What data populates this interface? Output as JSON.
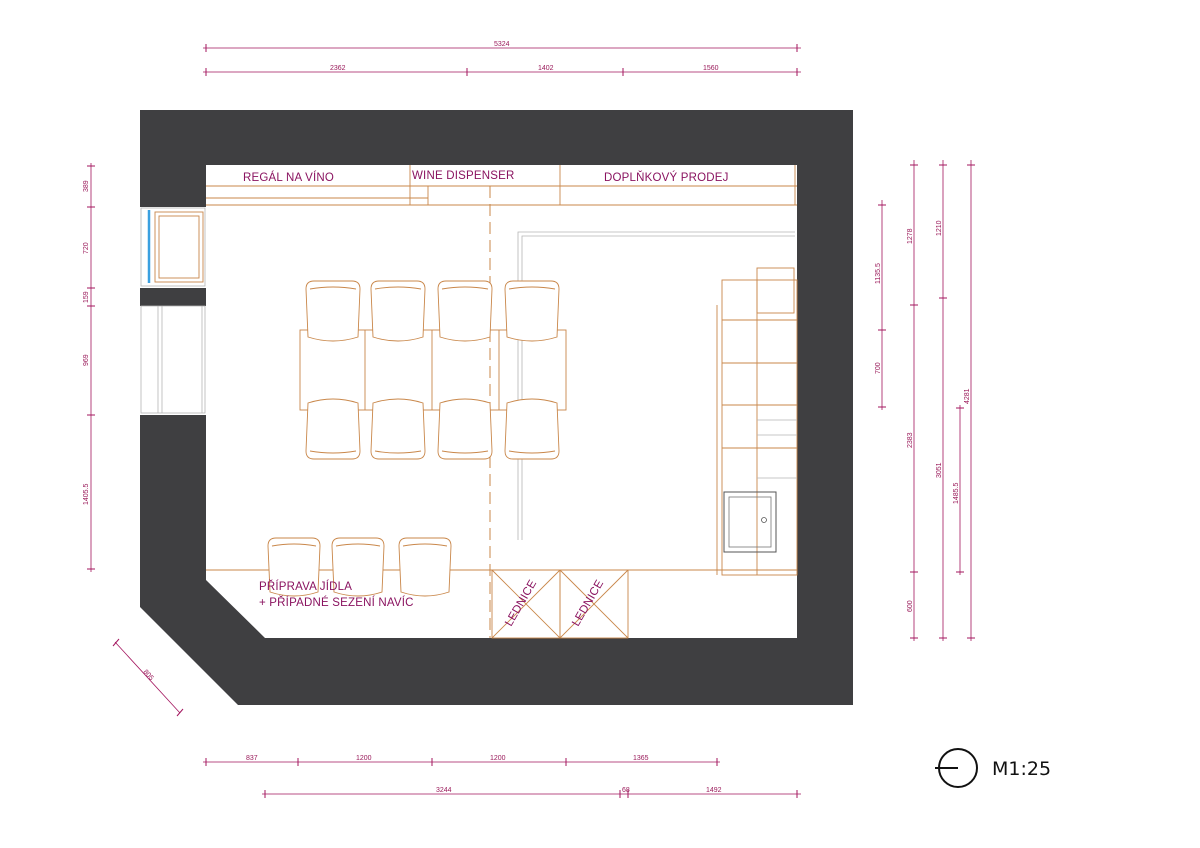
{
  "dimensions": {
    "top_total": "5324",
    "top_parts": [
      "2362",
      "1402",
      "1560"
    ],
    "bottom_row1": [
      "837",
      "1200",
      "1200",
      "1365"
    ],
    "bottom_row2": [
      "3244",
      "68",
      "1492"
    ],
    "left_parts": [
      "389",
      "720",
      "159",
      "969",
      "1405.5"
    ],
    "diagonal": "805",
    "right_inner": [
      "1135.5",
      "700"
    ],
    "right_col1": [
      "1278",
      "2383",
      "600"
    ],
    "right_col2": [
      "1210",
      "3051",
      "1485.5"
    ],
    "right_total": "4281"
  },
  "labels": {
    "wine_rack": "REGÁL NA VÍNO",
    "wine_dispenser": "WINE DISPENSER",
    "extra_sales": "DOPLŇKOVÝ PRODEJ",
    "food_prep_line1": "PŘÍPRAVA JÍDLA",
    "food_prep_line2": "+ PŘÍPADNÉ SEZENÍ NAVÍC",
    "fridge_1": "LEDNICE",
    "fridge_2": "LEDNICE"
  },
  "scale_label": "M1:25",
  "colors": {
    "wall": "#3f3f41",
    "dimension": "#a3155e",
    "furniture": "#c9874a",
    "label": "#8a1360"
  }
}
